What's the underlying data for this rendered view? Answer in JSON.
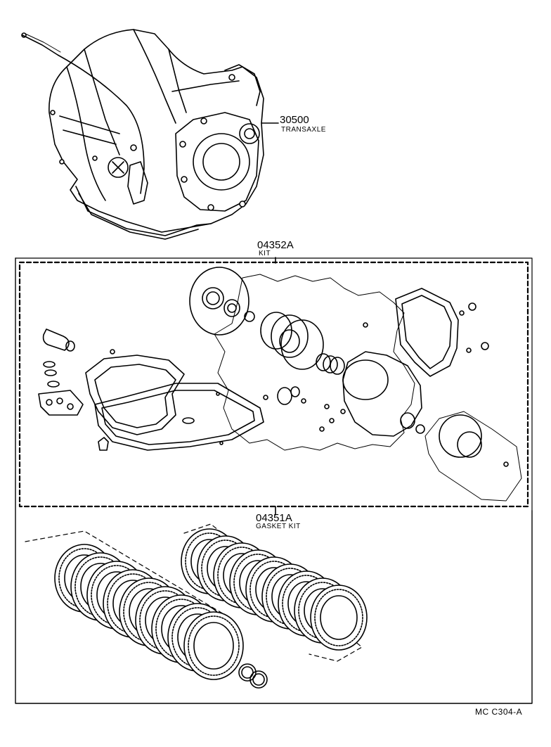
{
  "parts": {
    "transaxle": {
      "number": "30500",
      "name": "TRANSAXLE"
    },
    "kit": {
      "number": "04352A",
      "name": "KIT"
    },
    "gasket_kit": {
      "number": "04351A",
      "name": "GASKET KIT"
    }
  },
  "figure_code": "MC  C304-A",
  "colors": {
    "line": "#000000",
    "background": "#ffffff"
  }
}
